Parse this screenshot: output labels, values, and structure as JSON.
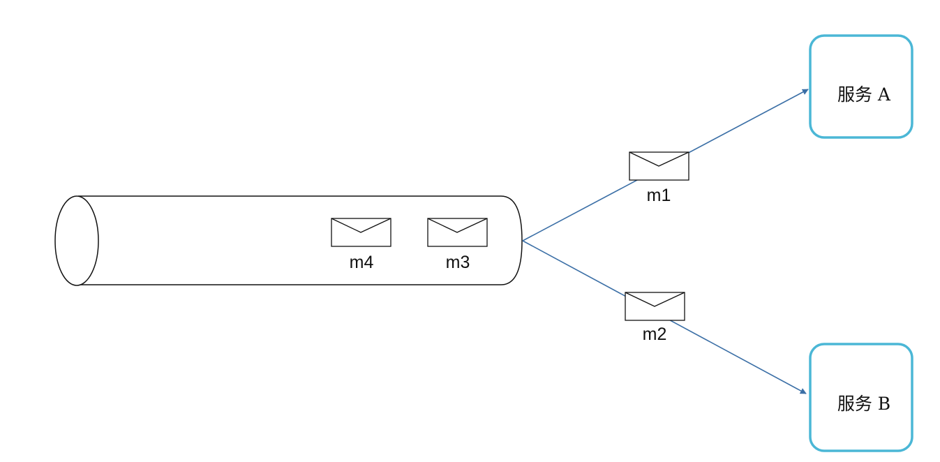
{
  "colors": {
    "arrow": "#3b6fa6",
    "service_border": "#4bb7d6",
    "outline": "#111111"
  },
  "queue": {
    "messages": [
      {
        "label": "m4",
        "icon": "envelope-icon"
      },
      {
        "label": "m3",
        "icon": "envelope-icon"
      }
    ]
  },
  "dispatched": [
    {
      "label": "m1",
      "icon": "envelope-icon",
      "target": "服务 A"
    },
    {
      "label": "m2",
      "icon": "envelope-icon",
      "target": "服务 B"
    }
  ],
  "services": [
    {
      "label": "服务 A"
    },
    {
      "label": "服务 B"
    }
  ]
}
